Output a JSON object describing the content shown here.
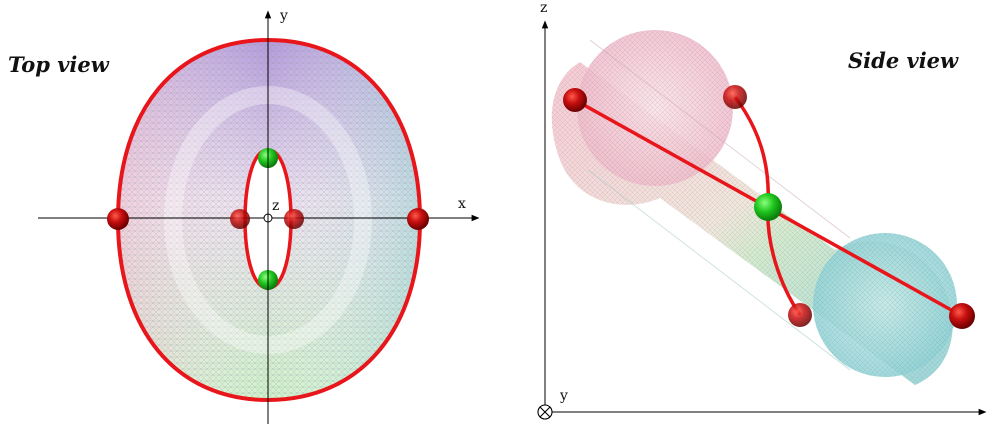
{
  "top_view": {
    "title": "Top view",
    "axis_x": "x",
    "axis_y": "y",
    "axis_z": "z"
  },
  "side_view": {
    "title": "Side view",
    "axis_z": "z",
    "axis_y": "y"
  },
  "colors": {
    "curve": "#e8161b",
    "sphere_red": "#b80000",
    "sphere_green": "#18c418",
    "mesh_top": "#b497d8",
    "mesh_bottom": "#c8f0c4",
    "mesh_left": "#f2c8d2",
    "mesh_right": "#a8dcd6",
    "axis": "#000000"
  }
}
